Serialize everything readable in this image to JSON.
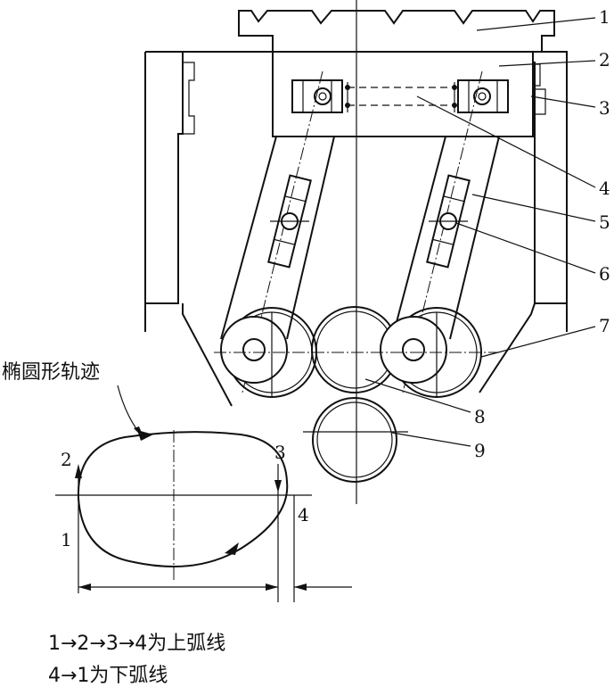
{
  "callouts": [
    "1",
    "2",
    "3",
    "4",
    "5",
    "6",
    "7",
    "8",
    "9"
  ],
  "trajectory": {
    "caption": "椭圆形轨迹",
    "points": [
      "1",
      "2",
      "3",
      "4"
    ]
  },
  "legend": {
    "upper_arc": "1→2→3→4为上弧线",
    "lower_arc": "4→1为下弧线"
  }
}
